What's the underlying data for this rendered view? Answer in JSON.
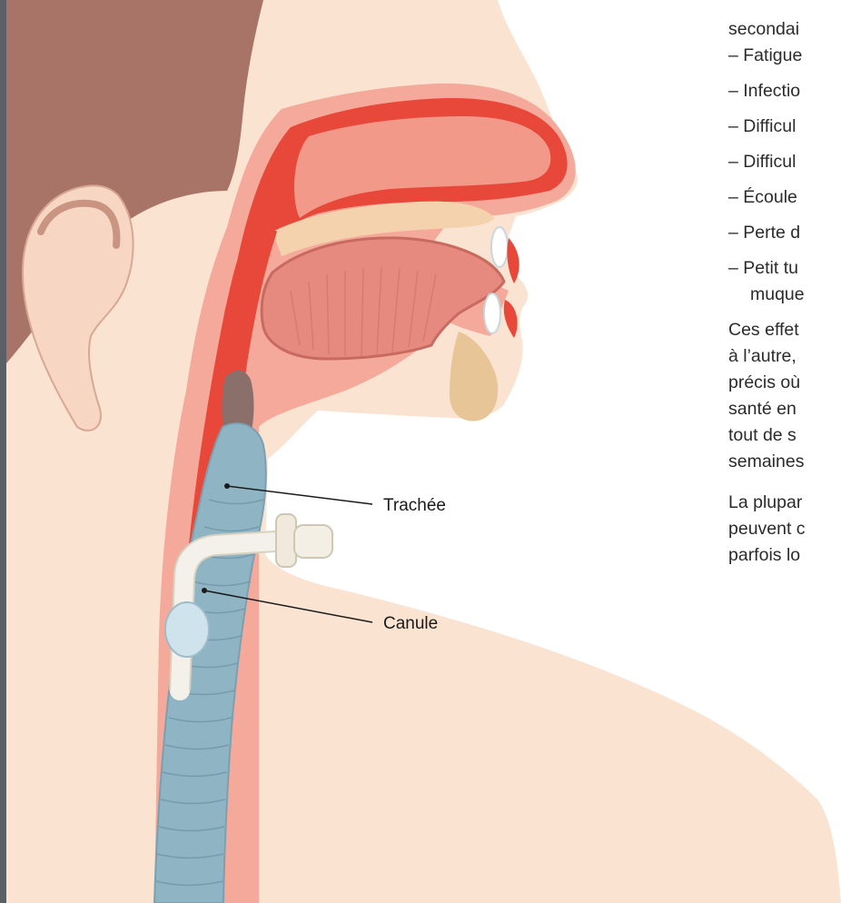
{
  "labels": {
    "trachee": "Trachée",
    "canule": "Canule"
  },
  "side_text": {
    "intro": "secondai",
    "bullets": [
      "Fatigue",
      "Infectio",
      "Difficul",
      "Difficul",
      "Écoule",
      "Perte d",
      "Petit tu"
    ],
    "bullet_continuation": "muque",
    "paragraph1": [
      "Ces effet",
      "à l’autre,",
      "précis où",
      "santé en",
      "tout de s",
      "semaines"
    ],
    "paragraph2": [
      "La plupar",
      "peuvent c",
      "parfois lo"
    ]
  },
  "colors": {
    "skin": "#fbe3d1",
    "hair": "#a87468",
    "airway_red": "#e8483a",
    "palate_pink": "#f2998a",
    "tongue": "#e68a80",
    "trachea_blue": "#8fb4c4",
    "cannula": "#f3f1ea"
  }
}
